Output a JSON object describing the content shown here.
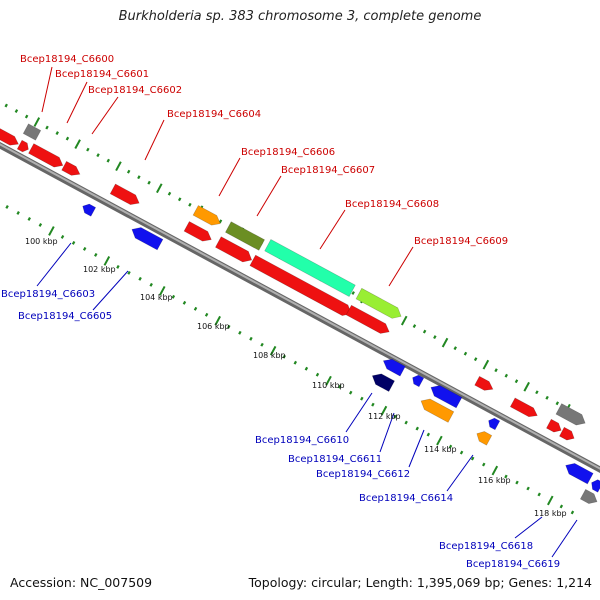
{
  "title": "Burkholderia sp. 383 chromosome 3, complete genome",
  "footer": {
    "accession": "Accession: NC_007509",
    "topology": "Topology: circular; Length: 1,395,069 bp; Genes: 1,214"
  },
  "colors": {
    "forward_label": "#cc0000",
    "reverse_label": "#0000bb",
    "backbone": "#888888",
    "tick_marks": "#228822",
    "gene_red": "#ee1111",
    "gene_blue": "#1111ee",
    "gene_gray": "#777777",
    "gene_orange": "#ff9900",
    "gene_olive": "#6b8e23",
    "gene_cyan": "#22ffaa",
    "gene_yellowgreen": "#99ee33",
    "gene_navy": "#000066"
  },
  "scale_labels": [
    "100 kbp",
    "102 kbp",
    "104 kbp",
    "106 kbp",
    "108 kbp",
    "110 kbp",
    "112 kbp",
    "114 kbp",
    "116 kbp",
    "118 kbp"
  ],
  "gene_labels_forward": [
    "Bcep18194_C6600",
    "Bcep18194_C6601",
    "Bcep18194_C6602",
    "Bcep18194_C6604",
    "Bcep18194_C6606",
    "Bcep18194_C6607",
    "Bcep18194_C6608",
    "Bcep18194_C6609"
  ],
  "gene_labels_reverse": [
    "Bcep18194_C6603",
    "Bcep18194_C6605",
    "Bcep18194_C6610",
    "Bcep18194_C6611",
    "Bcep18194_C6612",
    "Bcep18194_C6614",
    "Bcep18194_C6618",
    "Bcep18194_C6619"
  ]
}
